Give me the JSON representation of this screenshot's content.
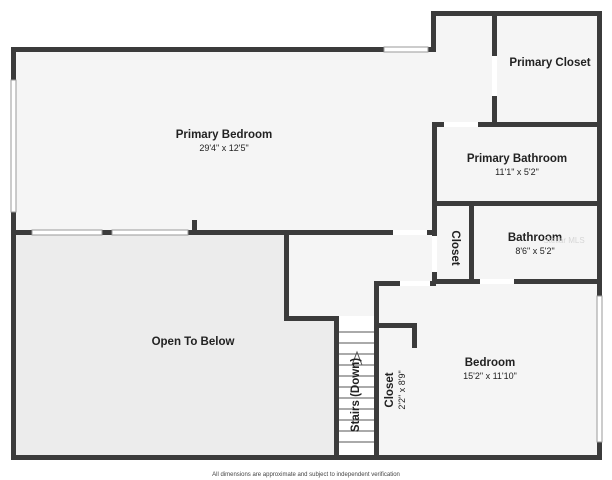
{
  "rooms": {
    "primary_bedroom": {
      "name": "Primary Bedroom",
      "dims": "29'4\" x 12'5\""
    },
    "primary_closet": {
      "name": "Primary Closet"
    },
    "primary_bathroom": {
      "name": "Primary Bathroom",
      "dims": "11'1\" x 5'2\""
    },
    "closet_hall": {
      "name": "Closet"
    },
    "bathroom": {
      "name": "Bathroom",
      "dims": "8'6\" x 5'2\""
    },
    "open_to_below": {
      "name": "Open To Below"
    },
    "stairs": {
      "name": "Stairs (Down)"
    },
    "closet_bedroom": {
      "name": "Closet",
      "dims": "2'2\" x 8'9\""
    },
    "bedroom": {
      "name": "Bedroom",
      "dims": "15'2\" x 11'10\""
    }
  },
  "watermark": "Stellar MLS",
  "footnote": "All dimensions are approximate and subject to independent verification"
}
